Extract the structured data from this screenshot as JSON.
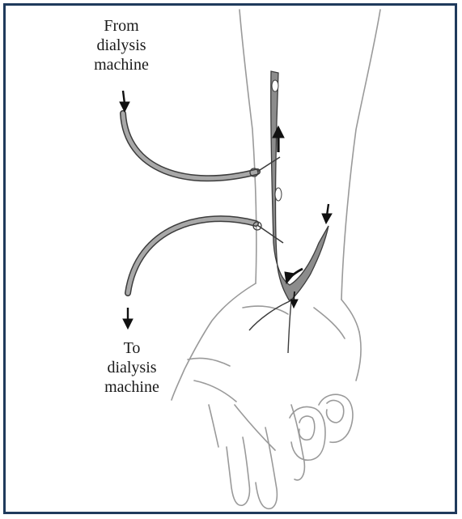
{
  "labels": {
    "from": {
      "line1": "From",
      "line2": "dialysis",
      "line3": "machine"
    },
    "to": {
      "line1": "To",
      "line2": "dialysis",
      "line3": "machine"
    }
  },
  "colors": {
    "frame": "#1f3a5c",
    "outline": "#9a9a9a",
    "vessel_fill": "#8c8c8c",
    "vessel_edge": "#3c3c3c",
    "arrow": "#111111"
  }
}
